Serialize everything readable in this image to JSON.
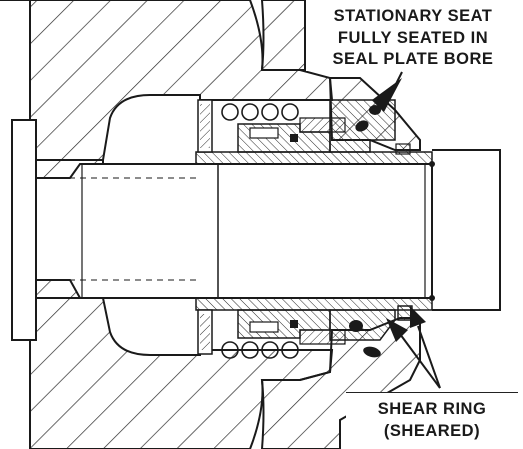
{
  "callouts": {
    "stationary_seat": {
      "lines": [
        "STATIONARY SEAT",
        "FULLY SEATED IN",
        "SEAL PLATE BORE"
      ]
    },
    "shear_ring": {
      "lines": [
        "SHEAR RING",
        "(SHEARED)"
      ]
    }
  },
  "colors": {
    "line": "#1a1a1a",
    "hatch": "#2a2a2a",
    "background": "#ffffff"
  }
}
